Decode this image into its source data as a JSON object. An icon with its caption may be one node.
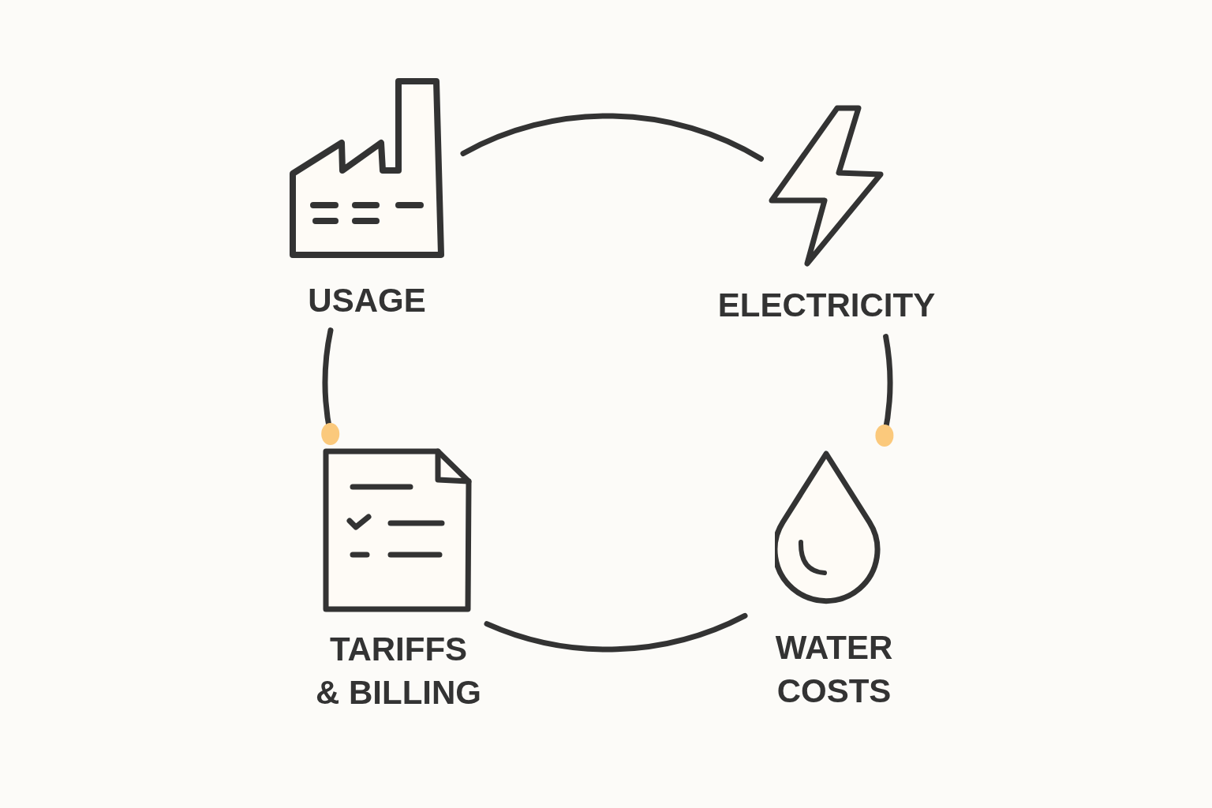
{
  "diagram": {
    "nodes": [
      {
        "text": [
          "USAGE"
        ]
      },
      {
        "text": [
          "ELECTRICITY"
        ]
      },
      {
        "text": [
          "TARIFFS & BILLING"
        ]
      },
      {
        "text": [
          "WATER COSTS"
        ]
      }
    ],
    "edges": [
      {
        "from": 0,
        "to": 1,
        "arrow": "none"
      },
      {
        "from": 0,
        "to": 2,
        "arrow": "other"
      },
      {
        "from": 1,
        "to": 3,
        "arrow": "other"
      },
      {
        "from": 2,
        "to": 3,
        "arrow": "none"
      }
    ]
  }
}
